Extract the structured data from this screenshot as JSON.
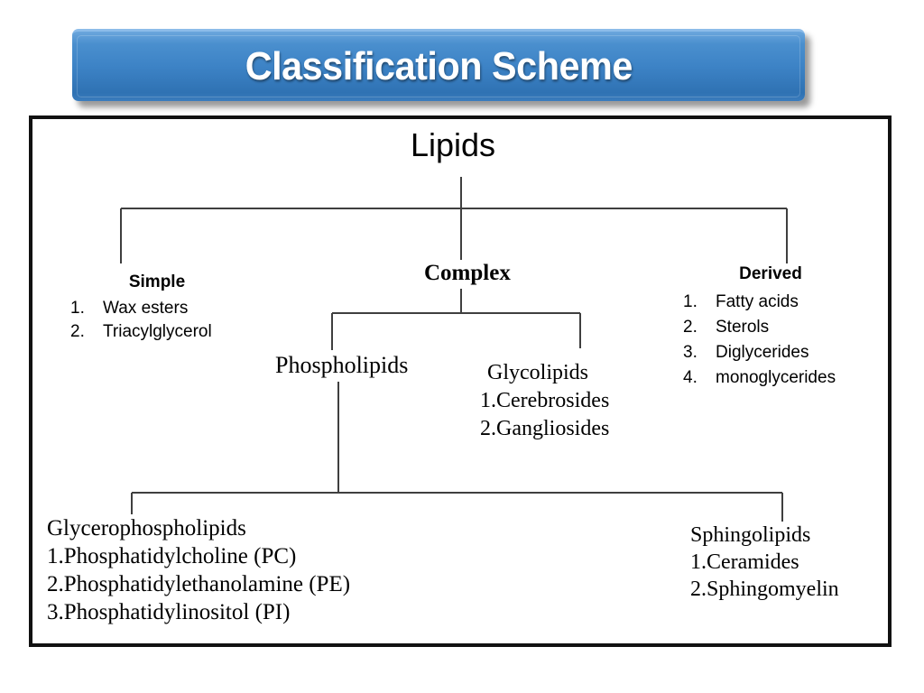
{
  "title": {
    "text": "Classification Scheme",
    "banner_color_top": "#6ba6dd",
    "banner_color_bottom": "#2f72b3",
    "text_color": "#ffffff"
  },
  "frame": {
    "border_color": "#111111"
  },
  "diagram": {
    "root": {
      "label": "Lipids"
    },
    "branches": {
      "simple": {
        "heading": "Simple",
        "items": [
          {
            "num": "1.",
            "label": "Wax esters"
          },
          {
            "num": "2.",
            "label": "Triacylglycerol"
          }
        ]
      },
      "complex": {
        "heading": "Complex",
        "phospholipids": {
          "heading": "Phospholipids",
          "glycerophospholipids": {
            "heading": "Glycerophospholipids",
            "items": [
              "1.Phosphatidylcholine (PC)",
              "2.Phosphatidylethanolamine (PE)",
              "3.Phosphatidylinositol (PI)"
            ]
          },
          "sphingolipids": {
            "heading": "Sphingolipids",
            "items": [
              "1.Ceramides",
              "2.Sphingomyelin"
            ]
          }
        },
        "glycolipids": {
          "heading": "Glycolipids",
          "items": [
            "1.Cerebrosides",
            "2.Gangliosides"
          ]
        }
      },
      "derived": {
        "heading": "Derived",
        "items": [
          {
            "num": "1.",
            "label": "Fatty acids"
          },
          {
            "num": "2.",
            "label": "Sterols"
          },
          {
            "num": "3.",
            "label": "Diglycerides"
          },
          {
            "num": "4.",
            "label": "monoglycerides"
          }
        ]
      }
    }
  }
}
